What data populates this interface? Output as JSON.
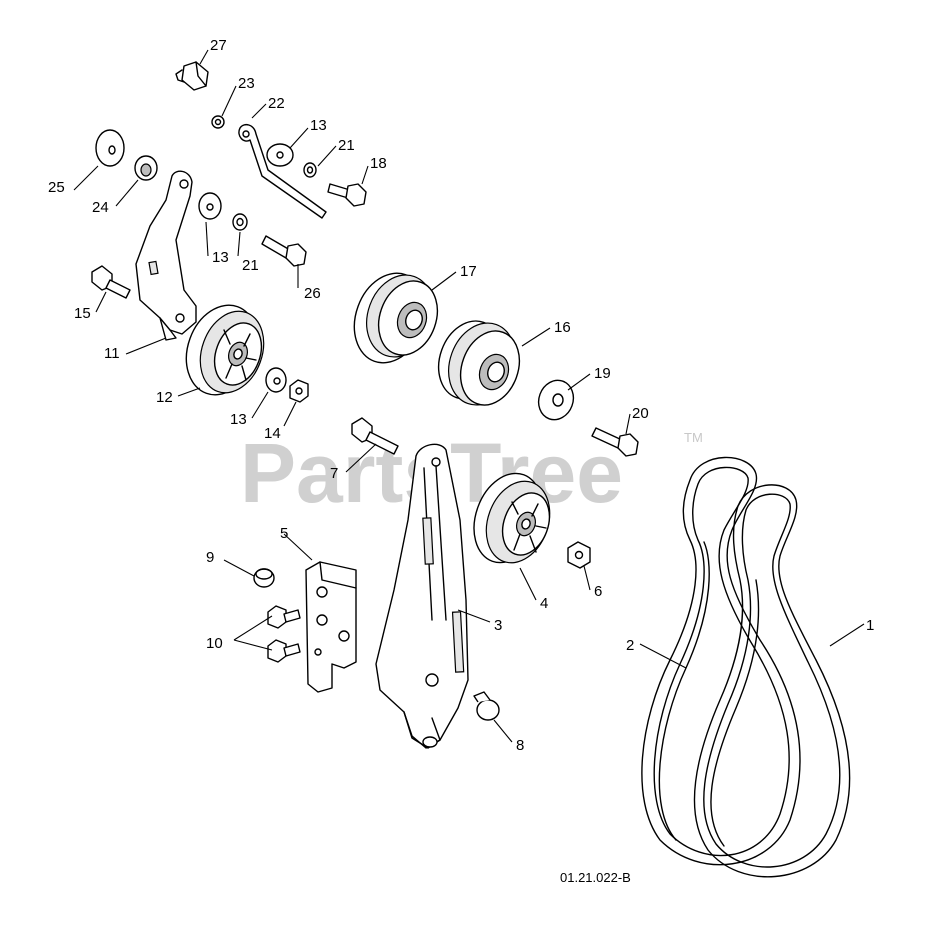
{
  "watermark": {
    "text": "PartsTree",
    "tm": "TM"
  },
  "drawing_code": "01.21.022-B",
  "callouts": [
    "1",
    "2",
    "3",
    "4",
    "5",
    "6",
    "7",
    "8",
    "9",
    "10",
    "11",
    "12",
    "13",
    "13",
    "13",
    "14",
    "15",
    "16",
    "17",
    "18",
    "19",
    "20",
    "21",
    "21",
    "22",
    "23",
    "24",
    "25",
    "26",
    "27"
  ]
}
